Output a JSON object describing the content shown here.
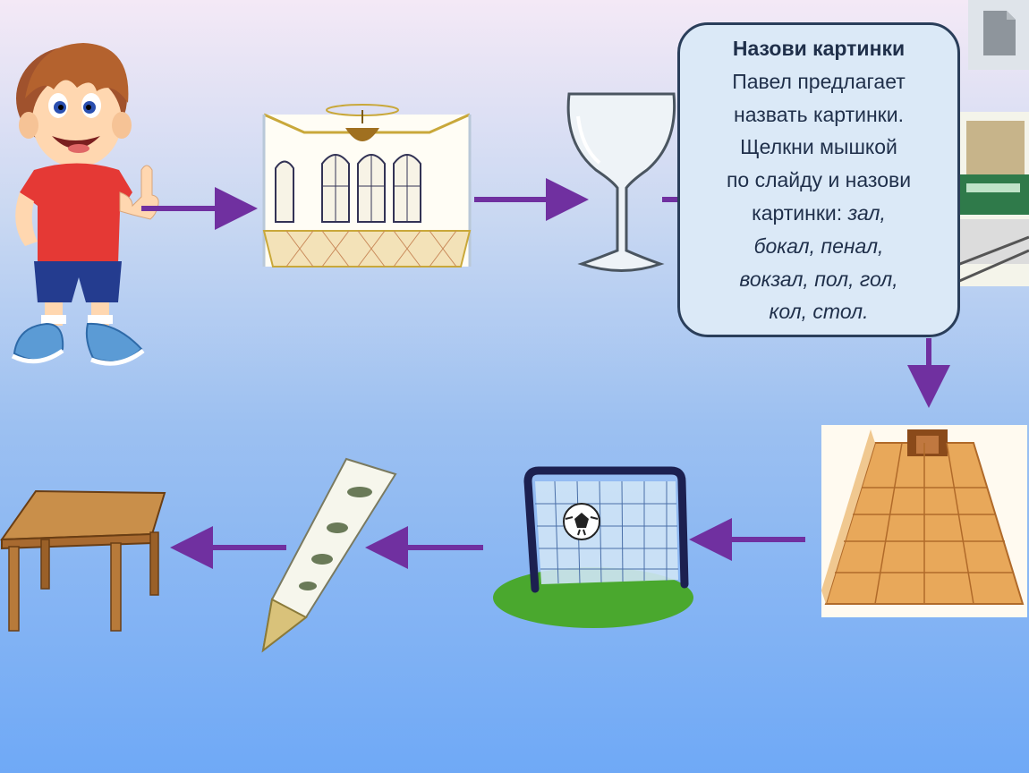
{
  "callout": {
    "title": "Назови картинки",
    "line1": "Павел предлагает",
    "line2": "назвать картинки.",
    "line3": "Щелкни мышкой",
    "line4": "по слайду и назови",
    "line5_prefix": "картинки: ",
    "words_1": "зал,",
    "words_2": "бокал, пенал,",
    "words_3": "вокзал, пол, гол,",
    "words_4": "кол, стол."
  },
  "pictures": [
    "boy-thumbs-up",
    "hall",
    "wine-glass",
    "train-station",
    "floor",
    "soccer-goal",
    "stake",
    "table"
  ],
  "colors": {
    "arrow": "#7030a0",
    "callout_border": "#2a3e5a",
    "callout_fill": "#dbe9f7"
  }
}
